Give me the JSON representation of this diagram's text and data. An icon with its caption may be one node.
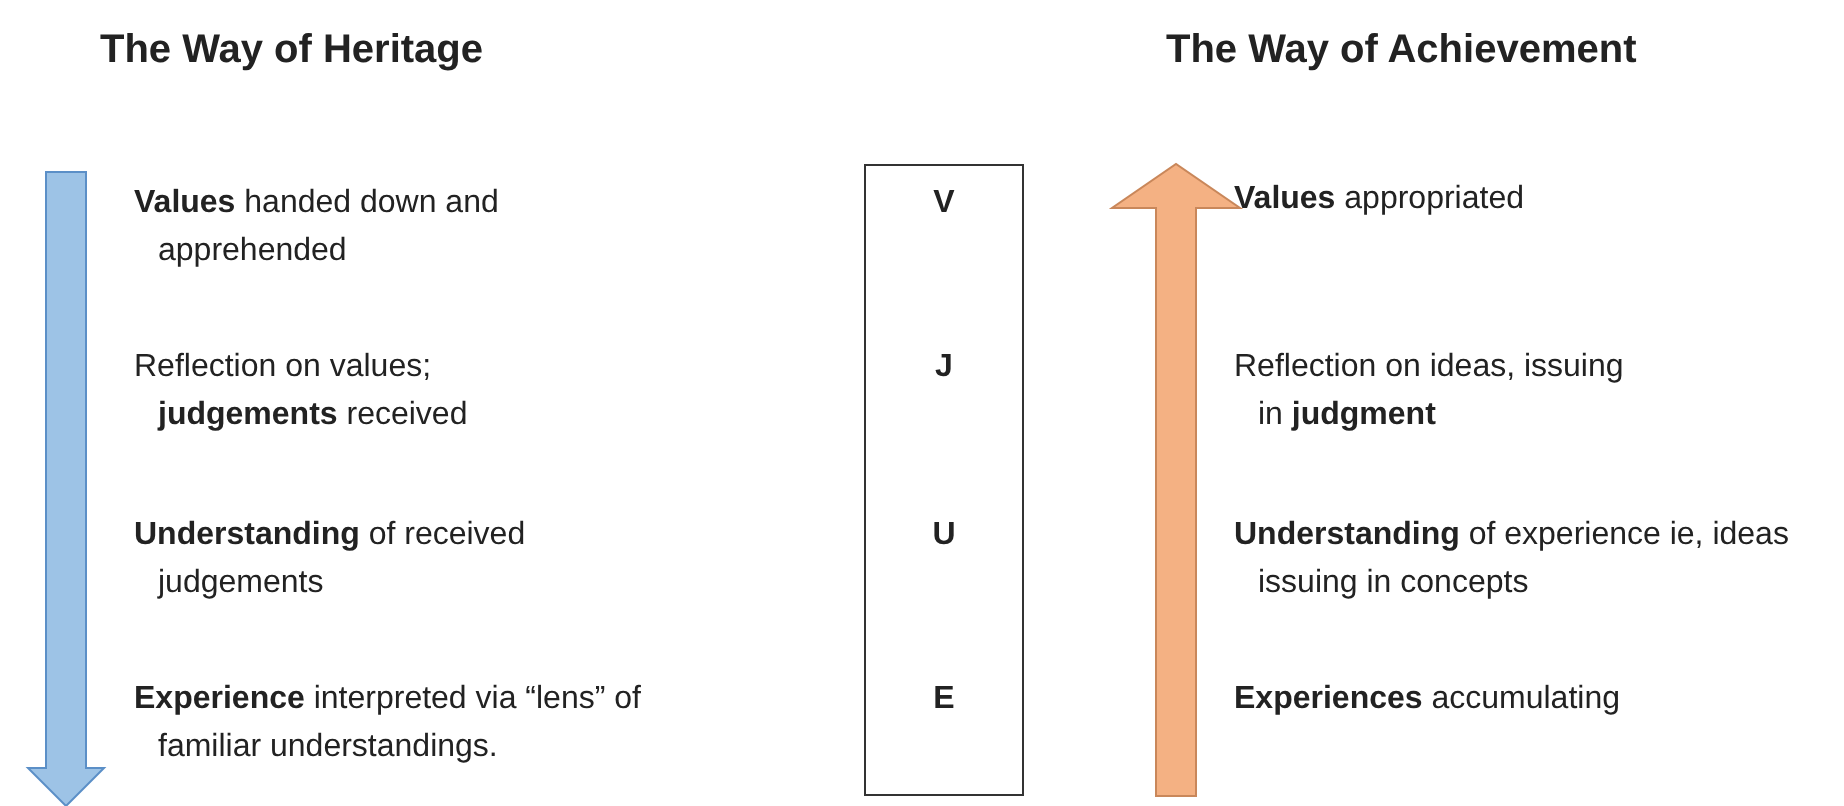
{
  "diagram": {
    "nodes": [
      {
        "text": [
          "V",
          "J",
          "U",
          "E"
        ]
      }
    ],
    "labels": [
      "The Way of Heritage",
      "The Way of Achievement",
      "**Values** handed down and apprehended",
      "**Values** appropriated",
      "Reflection on values; **judgements** received",
      "Reflection on ideas, issuing in **judgment**",
      "**Understanding** of received judgements",
      "**Understanding** of experience ie, ideas issuing in concepts",
      "**Experience** interpreted via “lens” of familiar understandings.",
      "**Experiences** accumulating"
    ]
  }
}
